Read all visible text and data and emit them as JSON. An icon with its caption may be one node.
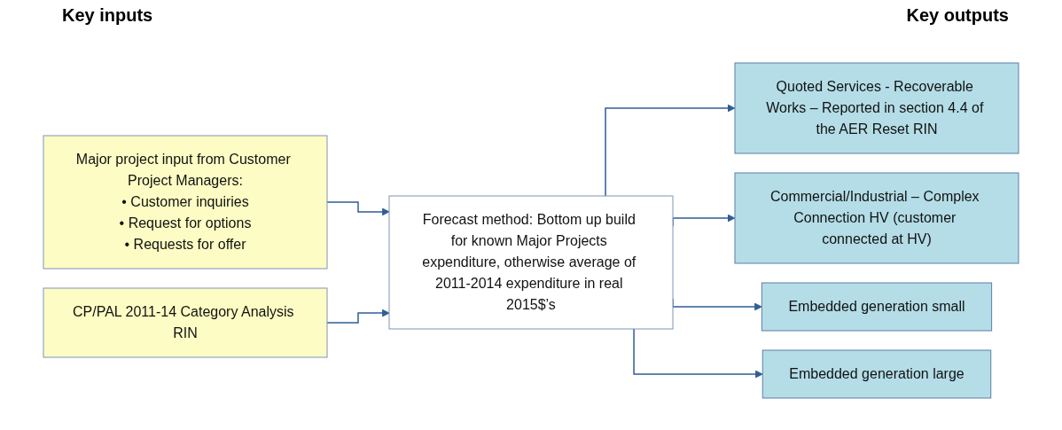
{
  "diagram": {
    "nodes": [
      {
        "text": [
          "Major project input from Customer Project Managers:",
          "• Customer inquiries",
          "• Request for options",
          "• Requests for offer"
        ]
      },
      {
        "text": [
          "CP/PAL 2011-14 Category Analysis RIN"
        ]
      },
      {
        "text": [
          "Forecast method: Bottom up build for known Major Projects expenditure, otherwise average of 2011-2014 expenditure in real 2015$’s"
        ]
      },
      {
        "text": [
          "Quoted Services - Recoverable Works – Reported in section 4.4 of the AER Reset RIN"
        ]
      },
      {
        "text": [
          "Commercial/Industrial – Complex Connection HV (customer connected at HV)"
        ]
      },
      {
        "text": [
          "Embedded generation small"
        ]
      },
      {
        "text": [
          "Embedded generation large"
        ]
      }
    ],
    "edges": [
      {
        "from": 0,
        "to": 2,
        "arrow": "to"
      },
      {
        "from": 1,
        "to": 2,
        "arrow": "to"
      },
      {
        "from": 2,
        "to": 3,
        "arrow": "to"
      },
      {
        "from": 2,
        "to": 4,
        "arrow": "to"
      },
      {
        "from": 2,
        "to": 5,
        "arrow": "to"
      },
      {
        "from": 2,
        "to": 6,
        "arrow": "to"
      }
    ],
    "labels": [
      "Key inputs",
      "Key outputs"
    ]
  }
}
